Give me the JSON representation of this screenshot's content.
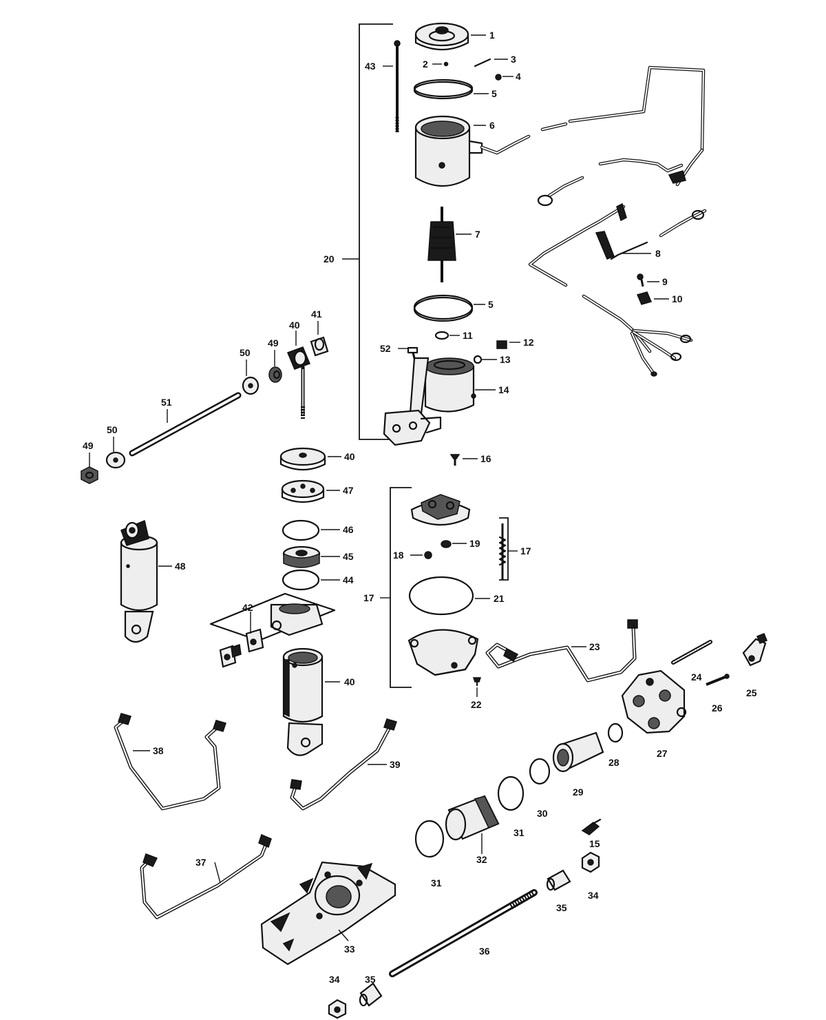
{
  "callouts": {
    "c1": "1",
    "c2": "2",
    "c3": "3",
    "c4": "4",
    "c5a": "5",
    "c5b": "5",
    "c6": "6",
    "c7": "7",
    "c8": "8",
    "c9": "9",
    "c10": "10",
    "c11": "11",
    "c12": "12",
    "c13": "13",
    "c14": "14",
    "c15": "15",
    "c16": "16",
    "c17a": "17",
    "c17b": "17",
    "c18": "18",
    "c19": "19",
    "c20": "20",
    "c21": "21",
    "c22": "22",
    "c23": "23",
    "c24": "24",
    "c25": "25",
    "c26": "26",
    "c27": "27",
    "c28": "28",
    "c29": "29",
    "c30": "30",
    "c31a": "31",
    "c31b": "31",
    "c32": "32",
    "c33": "33",
    "c34a": "34",
    "c34b": "34",
    "c35a": "35",
    "c35b": "35",
    "c36": "36",
    "c37": "37",
    "c38": "38",
    "c39": "39",
    "c40a": "40",
    "c40b": "40",
    "c40c": "40",
    "c41": "41",
    "c42": "42",
    "c43": "43",
    "c44": "44",
    "c45": "45",
    "c46": "46",
    "c47": "47",
    "c48": "48",
    "c49a": "49",
    "c49b": "49",
    "c50a": "50",
    "c50b": "50",
    "c51": "51",
    "c52": "52"
  },
  "colors": {
    "ink": "#111111",
    "paper": "#ffffff"
  }
}
